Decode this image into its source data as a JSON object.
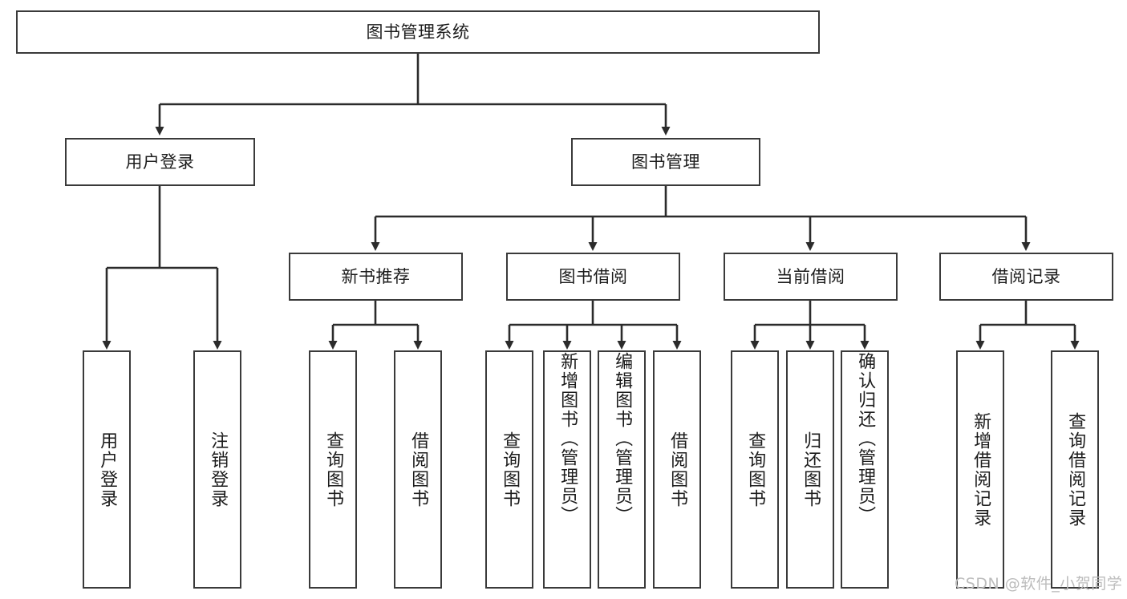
{
  "diagram": {
    "title": "图书管理系统",
    "type": "tree-hierarchy",
    "root": {
      "label": "图书管理系统"
    },
    "level2": [
      {
        "label": "用户登录"
      },
      {
        "label": "图书管理"
      }
    ],
    "level3": [
      {
        "label": "新书推荐"
      },
      {
        "label": "图书借阅"
      },
      {
        "label": "当前借阅"
      },
      {
        "label": "借阅记录"
      }
    ],
    "leaves": {
      "user_login": [
        {
          "label": "用户登录"
        },
        {
          "label": "注销登录"
        }
      ],
      "new_book_recommend": [
        {
          "label": "查询图书"
        },
        {
          "label": "借阅图书"
        }
      ],
      "book_borrow": [
        {
          "label": "查询图书"
        },
        {
          "label": "新增图书（管理员）"
        },
        {
          "label": "编辑图书（管理员）"
        },
        {
          "label": "借阅图书"
        }
      ],
      "current_borrow": [
        {
          "label": "查询图书"
        },
        {
          "label": "归还图书"
        },
        {
          "label": "确认归还（管理员）"
        }
      ],
      "borrow_records": [
        {
          "label": "新增借阅记录"
        },
        {
          "label": "查询借阅记录"
        }
      ]
    }
  },
  "watermark": {
    "text": "CSDN @软件_小贺同学"
  },
  "colors": {
    "background": "#ffffff",
    "border": "#3a3a3a",
    "text": "#1c1c1c",
    "connector": "#2b2b2b",
    "watermark": "#bcbcbc"
  }
}
